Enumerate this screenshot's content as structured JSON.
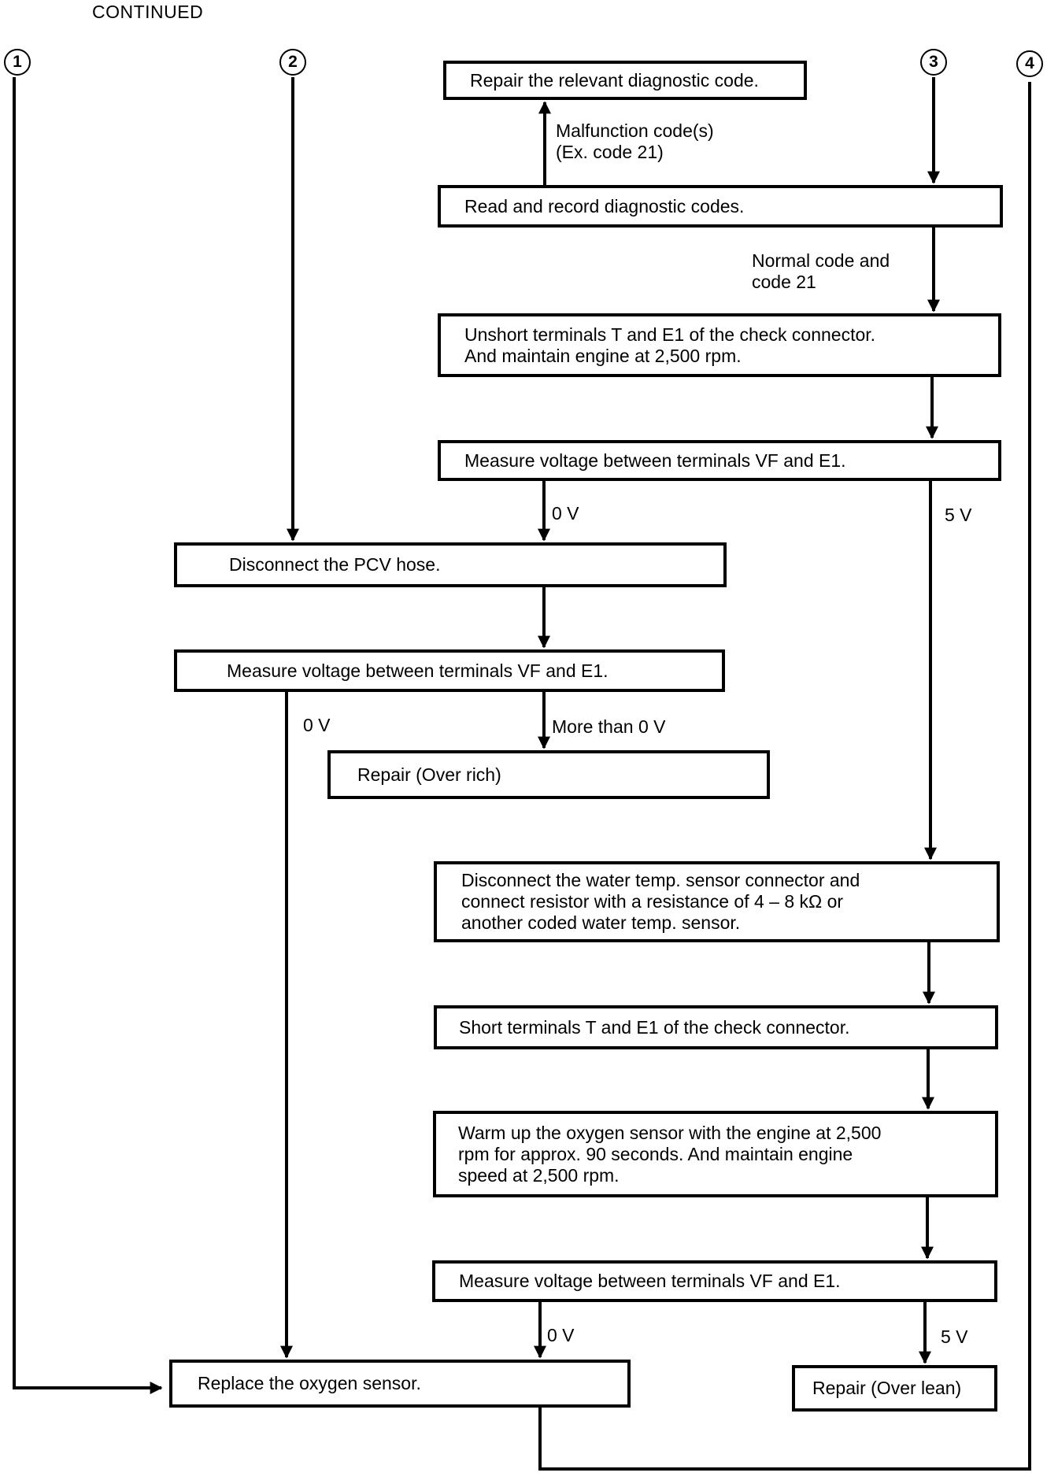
{
  "header": {
    "title": "CONTINUED"
  },
  "connectors": [
    "1",
    "2",
    "3",
    "4"
  ],
  "steps": {
    "repair_relevant_code": "Repair the relevant diagnostic code.",
    "read_record_codes": "Read and record diagnostic codes.",
    "unshort_terminals": "Unshort terminals T and E1 of the check connector.\nAnd maintain engine at 2,500 rpm.",
    "measure_voltage_1": "Measure voltage between terminals VF and E1.",
    "disconnect_pcv": "Disconnect the PCV hose.",
    "measure_voltage_2": "Measure voltage between terminals VF and E1.",
    "repair_over_rich": "Repair (Over rich)",
    "disconnect_water_temp": "Disconnect the water temp. sensor connector and\nconnect resistor with a resistance of 4 – 8 kΩ or\nanother coded water temp. sensor.",
    "short_terminals": "Short terminals T and E1 of the check connector.",
    "warm_up_sensor": "Warm up the oxygen sensor with the engine at 2,500\nrpm for approx. 90 seconds.  And maintain engine\nspeed at 2,500 rpm.",
    "measure_voltage_3": "Measure voltage between terminals VF and E1.",
    "replace_oxygen_sensor": "Replace the oxygen sensor.",
    "repair_over_lean": "Repair (Over lean)"
  },
  "edge_labels": {
    "malfunction_codes": "Malfunction code(s)\n(Ex. code 21)",
    "normal_code": "Normal code and\ncode 21",
    "m1_zero": "0 V",
    "m1_five": "5 V",
    "m2_zero": "0 V",
    "m2_more": "More than 0 V",
    "m3_zero": "0 V",
    "m3_five": "5 V"
  }
}
